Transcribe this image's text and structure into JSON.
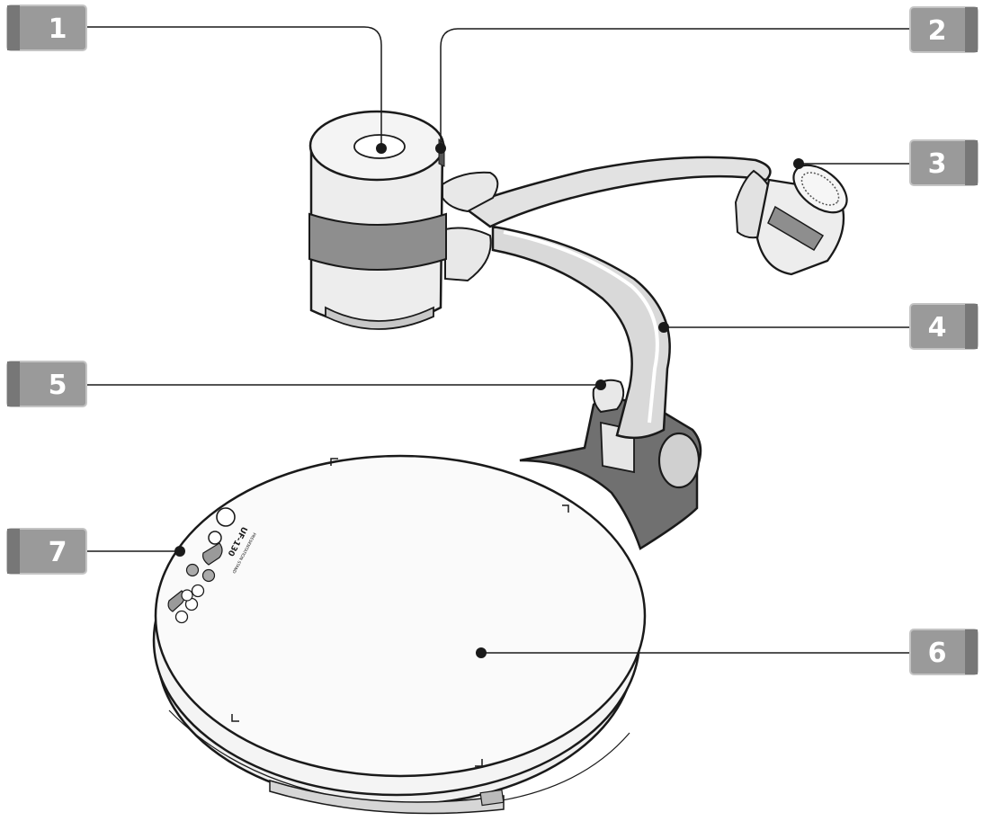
{
  "callouts": [
    {
      "id": "1",
      "label": "1",
      "part": "camera-head"
    },
    {
      "id": "2",
      "label": "2",
      "part": "head-joint"
    },
    {
      "id": "3",
      "label": "3",
      "part": "side-light"
    },
    {
      "id": "4",
      "label": "4",
      "part": "arm"
    },
    {
      "id": "5",
      "label": "5",
      "part": "arm-lock-knob"
    },
    {
      "id": "6",
      "label": "6",
      "part": "base-stage"
    },
    {
      "id": "7",
      "label": "7",
      "part": "control-panel"
    }
  ],
  "control_panel": {
    "model": "UF-130",
    "sublabel": "PRESENTATION STAND"
  },
  "colors": {
    "callout_box": "#9a9a9a",
    "callout_box_light": "#c6c6c6",
    "outline": "#1a1a1a",
    "body_light": "#ececec",
    "band": "#8e8e8e",
    "pedestal": "#6f6f6f"
  }
}
